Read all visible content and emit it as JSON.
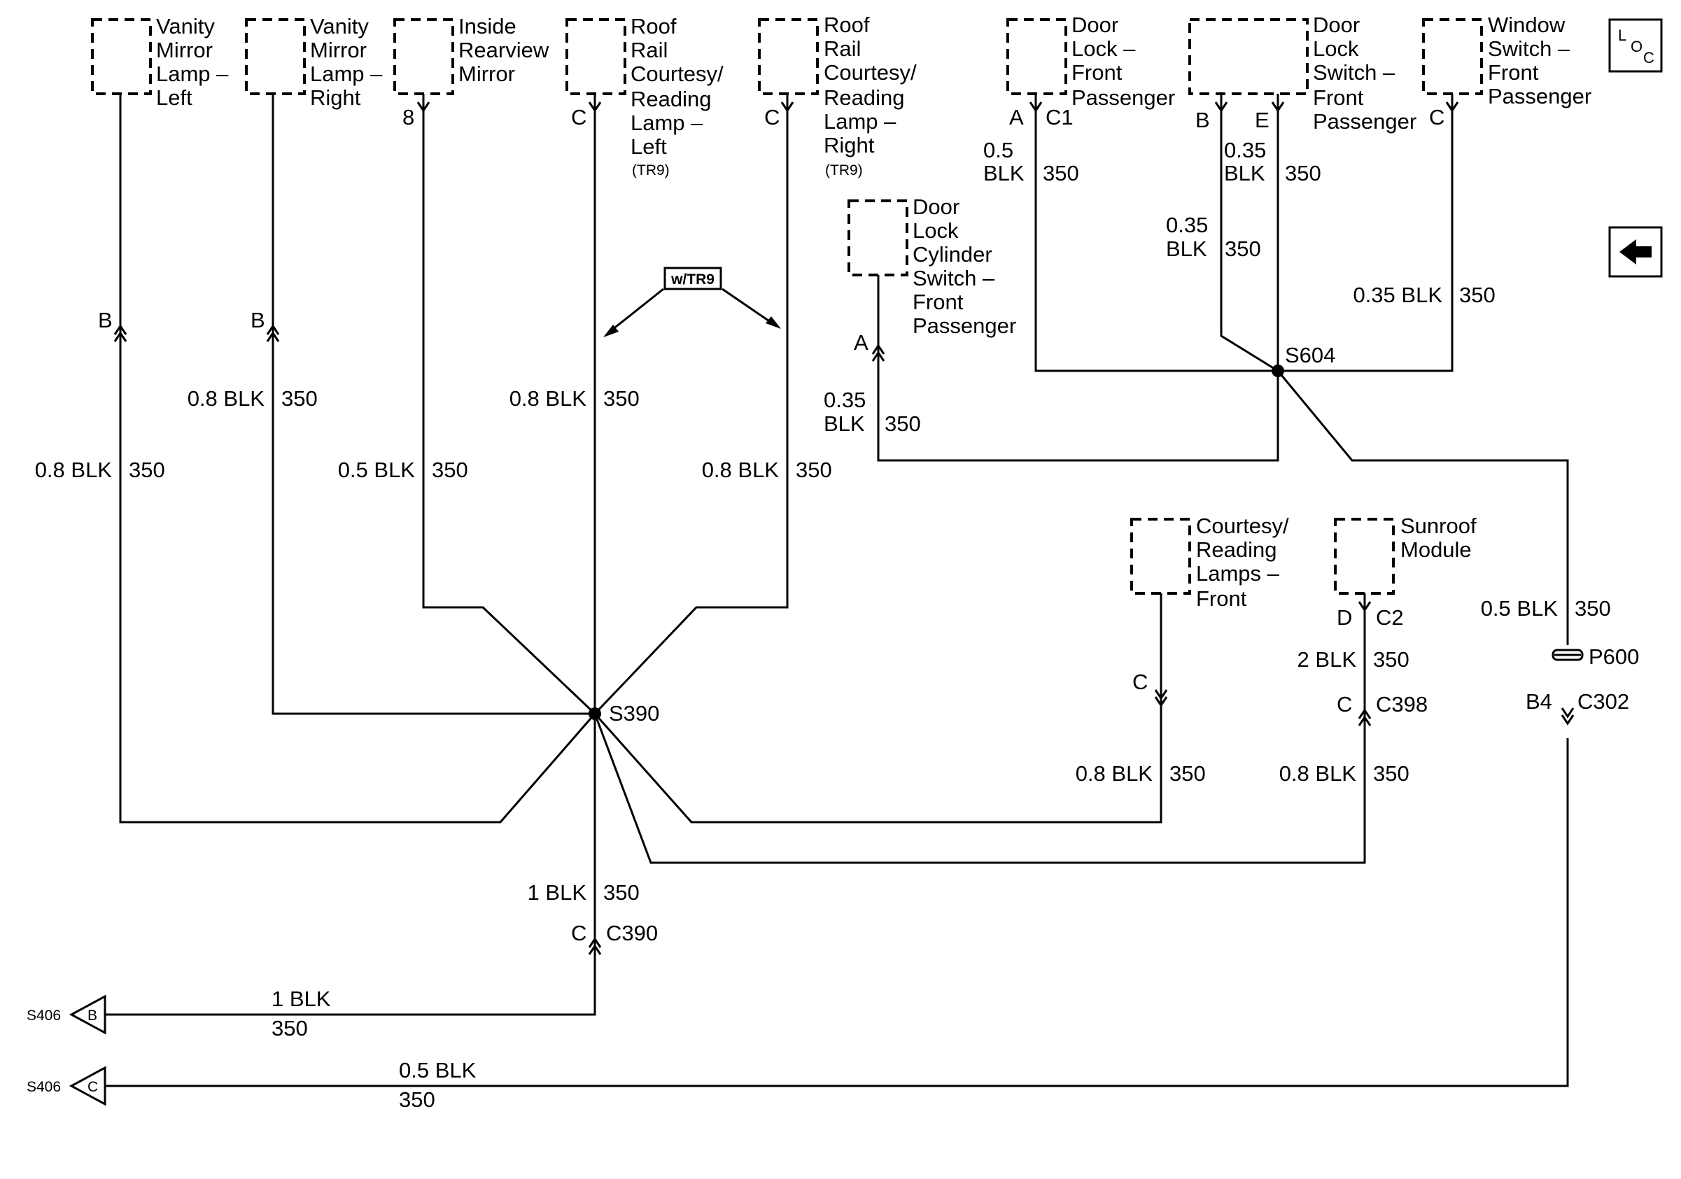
{
  "components": {
    "vanity_left": [
      "Vanity",
      "Mirror",
      "Lamp –",
      "Left"
    ],
    "vanity_right": [
      "Vanity",
      "Mirror",
      "Lamp –",
      "Right"
    ],
    "rearview": [
      "Inside",
      "Rearview",
      "Mirror"
    ],
    "roof_left": [
      "Roof",
      "Rail",
      "Courtesy/",
      "Reading",
      "Lamp –",
      "Left"
    ],
    "roof_left_opt": "(TR9)",
    "roof_right": [
      "Roof",
      "Rail",
      "Courtesy/",
      "Reading",
      "Lamp –",
      "Right"
    ],
    "roof_right_opt": "(TR9)",
    "door_lock_front": [
      "Door",
      "Lock –",
      "Front",
      "Passenger"
    ],
    "door_lock_switch": [
      "Door",
      "Lock",
      "Switch –",
      "Front",
      "Passenger"
    ],
    "window_switch": [
      "Window",
      "Switch –",
      "Front",
      "Passenger"
    ],
    "cylinder_switch": [
      "Door",
      "Lock",
      "Cylinder",
      "Switch –",
      "Front",
      "Passenger"
    ],
    "courtesy_front": [
      "Courtesy/",
      "Reading",
      "Lamps –",
      "Front"
    ],
    "sunroof": [
      "Sunroof",
      "Module"
    ]
  },
  "option_tag": "w/TR9",
  "pins": {
    "vanity_left_bot": "B",
    "vanity_right_bot": "B",
    "rearview_top": "8",
    "roof_left_top": "C",
    "roof_right_top": "C",
    "door_lock_a": "A",
    "door_lock_c1": "C1",
    "door_sw_b": "B",
    "door_sw_e": "E",
    "window_c": "C",
    "cylinder_a": "A",
    "courtesy_c": "C",
    "sunroof_d": "D",
    "sunroof_c2": "C2",
    "c398_c": "C",
    "c398": "C398",
    "b4": "B4",
    "c302": "C302",
    "p600": "P600",
    "c390_c": "C",
    "c390": "C390"
  },
  "splices": {
    "s390": "S390",
    "s604": "S604"
  },
  "wires": {
    "w_vanity_left": [
      "0.8 BLK",
      "350"
    ],
    "w_vanity_right": [
      "0.8 BLK",
      "350"
    ],
    "w_rearview": [
      "0.5 BLK",
      "350"
    ],
    "w_roof_left": [
      "0.8 BLK",
      "350"
    ],
    "w_roof_right": [
      "0.8 BLK",
      "350"
    ],
    "w_door_lock": [
      "0.5",
      "BLK",
      "350"
    ],
    "w_door_sw_e": [
      "0.35",
      "BLK",
      "350"
    ],
    "w_door_sw_b": [
      "0.35",
      "BLK",
      "350"
    ],
    "w_window": [
      "0.35 BLK",
      "350"
    ],
    "w_cylinder": [
      "0.35",
      "BLK",
      "350"
    ],
    "w_p600": [
      "0.5 BLK",
      "350"
    ],
    "w_sunroof": [
      "2 BLK",
      "350"
    ],
    "w_courtesy": [
      "0.8 BLK",
      "350"
    ],
    "w_c398": [
      "0.8 BLK",
      "350"
    ],
    "w_main": [
      "1 BLK",
      "350"
    ],
    "w_ground_b": [
      "1 BLK",
      "350"
    ],
    "w_ground_c": [
      "0.5 BLK",
      "350"
    ]
  },
  "grounds": [
    {
      "ref": "S406",
      "letter": "B"
    },
    {
      "ref": "S406",
      "letter": "C"
    }
  ],
  "side_icons": {
    "loc_top": "L",
    "loc_mid": "O",
    "loc_bot": "C",
    "back_glyph": "🡄"
  }
}
